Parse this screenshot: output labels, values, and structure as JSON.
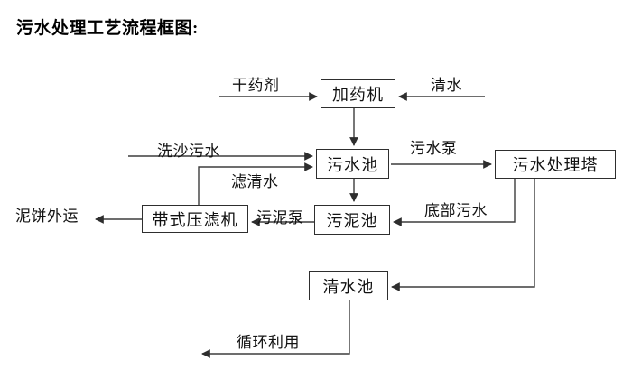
{
  "title": "污水处理工艺流程框图:",
  "colors": {
    "background": "#ffffff",
    "line": "#3d3d3d",
    "text": "#111111"
  },
  "diagram": {
    "type": "flowchart",
    "nodes": [
      {
        "id": "dosing-machine",
        "label": "加药机"
      },
      {
        "id": "sewage-pool",
        "label": "污水池"
      },
      {
        "id": "sewage-treatment-tower",
        "label": "污水处理塔"
      },
      {
        "id": "sludge-pool",
        "label": "污泥池"
      },
      {
        "id": "belt-filter-press",
        "label": "带式压滤机"
      },
      {
        "id": "clean-water-pool",
        "label": "清水池"
      }
    ],
    "flow_labels": [
      {
        "id": "dry-agent",
        "label": "干药剂"
      },
      {
        "id": "clean-water",
        "label": "清水"
      },
      {
        "id": "sand-washing-sewage",
        "label": "洗沙污水"
      },
      {
        "id": "filtered-water",
        "label": "滤清水"
      },
      {
        "id": "sewage-pump",
        "label": "污水泵"
      },
      {
        "id": "bottom-sewage",
        "label": "底部污水"
      },
      {
        "id": "sludge-pump",
        "label": "污泥泵"
      },
      {
        "id": "mud-cake-outbound",
        "label": "泥饼外运"
      },
      {
        "id": "recycling",
        "label": "循环利用"
      }
    ],
    "edges": [
      {
        "from": "external",
        "to": "加药机",
        "label": "干药剂"
      },
      {
        "from": "external",
        "to": "加药机",
        "label": "清水"
      },
      {
        "from": "加药机",
        "to": "污水池",
        "label": ""
      },
      {
        "from": "external",
        "to": "污水池",
        "label": "洗沙污水"
      },
      {
        "from": "带式压滤机",
        "to": "污水池",
        "label": "滤清水"
      },
      {
        "from": "污水池",
        "to": "污水处理塔",
        "label": "污水泵"
      },
      {
        "from": "污水池",
        "to": "污泥池",
        "label": ""
      },
      {
        "from": "污水处理塔",
        "to": "污泥池",
        "label": "底部污水"
      },
      {
        "from": "污泥池",
        "to": "带式压滤机",
        "label": "污泥泵"
      },
      {
        "from": "带式压滤机",
        "to": "external",
        "label": "泥饼外运"
      },
      {
        "from": "污水处理塔",
        "to": "清水池",
        "label": ""
      },
      {
        "from": "清水池",
        "to": "external",
        "label": "循环利用"
      }
    ]
  }
}
